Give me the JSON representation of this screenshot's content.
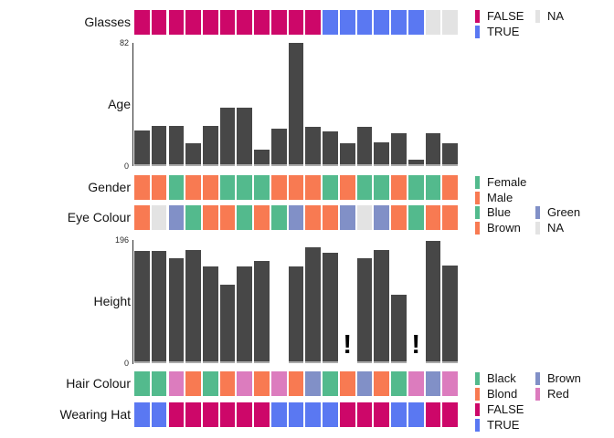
{
  "colors": {
    "bar": "#474747",
    "axis": "#2b2b2b",
    "green": "#53BA8D",
    "orange": "#F87A52",
    "slate": "#8190C7",
    "pink": "#DC7CBE",
    "na_gray": "#E3E3E3",
    "magenta": "#CD0769",
    "blue": "#5A78F2"
  },
  "chart_data": [
    {
      "id": "glasses",
      "type": "tile-row",
      "label": "Glasses",
      "values": [
        "FALSE",
        "FALSE",
        "FALSE",
        "FALSE",
        "FALSE",
        "FALSE",
        "FALSE",
        "FALSE",
        "FALSE",
        "FALSE",
        "FALSE",
        "TRUE",
        "TRUE",
        "TRUE",
        "TRUE",
        "TRUE",
        "TRUE",
        "NA",
        "NA"
      ],
      "palette": {
        "FALSE": "#CD0769",
        "TRUE": "#5A78F2",
        "NA": "#E3E3E3"
      },
      "legend": [
        {
          "label": "FALSE",
          "color": "#CD0769",
          "col": 0
        },
        {
          "label": "TRUE",
          "color": "#5A78F2",
          "col": 0
        },
        {
          "label": "NA",
          "color": "#E3E3E3",
          "col": 1
        }
      ]
    },
    {
      "id": "age",
      "type": "bar",
      "label": "Age",
      "ymin": 0,
      "ymax": 82,
      "axis_top_label": "82",
      "axis_bottom_label": "0",
      "values": [
        24,
        27,
        27,
        15,
        27,
        39,
        39,
        11,
        25,
        82,
        26,
        23,
        15,
        26,
        16,
        22,
        4,
        22,
        15
      ]
    },
    {
      "id": "gender",
      "type": "tile-row",
      "label": "Gender",
      "values": [
        "Male",
        "Male",
        "Female",
        "Male",
        "Male",
        "Female",
        "Female",
        "Female",
        "Male",
        "Male",
        "Male",
        "Female",
        "Male",
        "Female",
        "Female",
        "Male",
        "Female",
        "Female",
        "Male"
      ],
      "palette": {
        "Female": "#53BA8D",
        "Male": "#F87A52"
      },
      "legend": [
        {
          "label": "Female",
          "color": "#53BA8D",
          "col": 0
        },
        {
          "label": "Male",
          "color": "#F87A52",
          "col": 0
        }
      ]
    },
    {
      "id": "eye_colour",
      "type": "tile-row",
      "label": "Eye Colour",
      "values": [
        "Brown",
        "NA",
        "Green",
        "Blue",
        "Brown",
        "Brown",
        "Blue",
        "Brown",
        "Blue",
        "Green",
        "Brown",
        "Brown",
        "Green",
        "NA",
        "Green",
        "Brown",
        "Blue",
        "Brown",
        "Brown"
      ],
      "palette": {
        "Blue": "#53BA8D",
        "Brown": "#F87A52",
        "Green": "#8190C7",
        "NA": "#E3E3E3"
      },
      "legend": [
        {
          "label": "Blue",
          "color": "#53BA8D",
          "col": 0
        },
        {
          "label": "Brown",
          "color": "#F87A52",
          "col": 0
        },
        {
          "label": "Green",
          "color": "#8190C7",
          "col": 1
        },
        {
          "label": "NA",
          "color": "#E3E3E3",
          "col": 1
        }
      ]
    },
    {
      "id": "height",
      "type": "bar",
      "label": "Height",
      "ymin": 0,
      "ymax": 196,
      "axis_top_label": "196",
      "axis_bottom_label": "0",
      "values": [
        179,
        179,
        167,
        180,
        154,
        125,
        154,
        163,
        null,
        154,
        184,
        176,
        null,
        167,
        180,
        109,
        null,
        195,
        155
      ],
      "na_marker_columns": [
        13,
        17
      ],
      "marker_glyph": "!"
    },
    {
      "id": "hair_colour",
      "type": "tile-row",
      "label": "Hair Colour",
      "values": [
        "Black",
        "Black",
        "Red",
        "Blond",
        "Black",
        "Blond",
        "Red",
        "Blond",
        "Red",
        "Blond",
        "Brown",
        "Black",
        "Blond",
        "Brown",
        "Blond",
        "Black",
        "Red",
        "Brown",
        "Red"
      ],
      "palette": {
        "Black": "#53BA8D",
        "Blond": "#F87A52",
        "Brown": "#8190C7",
        "Red": "#DC7CBE"
      },
      "legend": [
        {
          "label": "Black",
          "color": "#53BA8D",
          "col": 0
        },
        {
          "label": "Blond",
          "color": "#F87A52",
          "col": 0
        },
        {
          "label": "Brown",
          "color": "#8190C7",
          "col": 1
        },
        {
          "label": "Red",
          "color": "#DC7CBE",
          "col": 1
        }
      ]
    },
    {
      "id": "wearing_hat",
      "type": "tile-row",
      "label": "Wearing Hat",
      "values": [
        "TRUE",
        "TRUE",
        "FALSE",
        "FALSE",
        "FALSE",
        "FALSE",
        "FALSE",
        "FALSE",
        "TRUE",
        "TRUE",
        "TRUE",
        "TRUE",
        "FALSE",
        "FALSE",
        "FALSE",
        "TRUE",
        "TRUE",
        "FALSE",
        "FALSE"
      ],
      "palette": {
        "FALSE": "#CD0769",
        "TRUE": "#5A78F2"
      },
      "legend": [
        {
          "label": "FALSE",
          "color": "#CD0769",
          "col": 0
        },
        {
          "label": "TRUE",
          "color": "#5A78F2",
          "col": 0
        }
      ]
    }
  ],
  "n_columns": 19
}
